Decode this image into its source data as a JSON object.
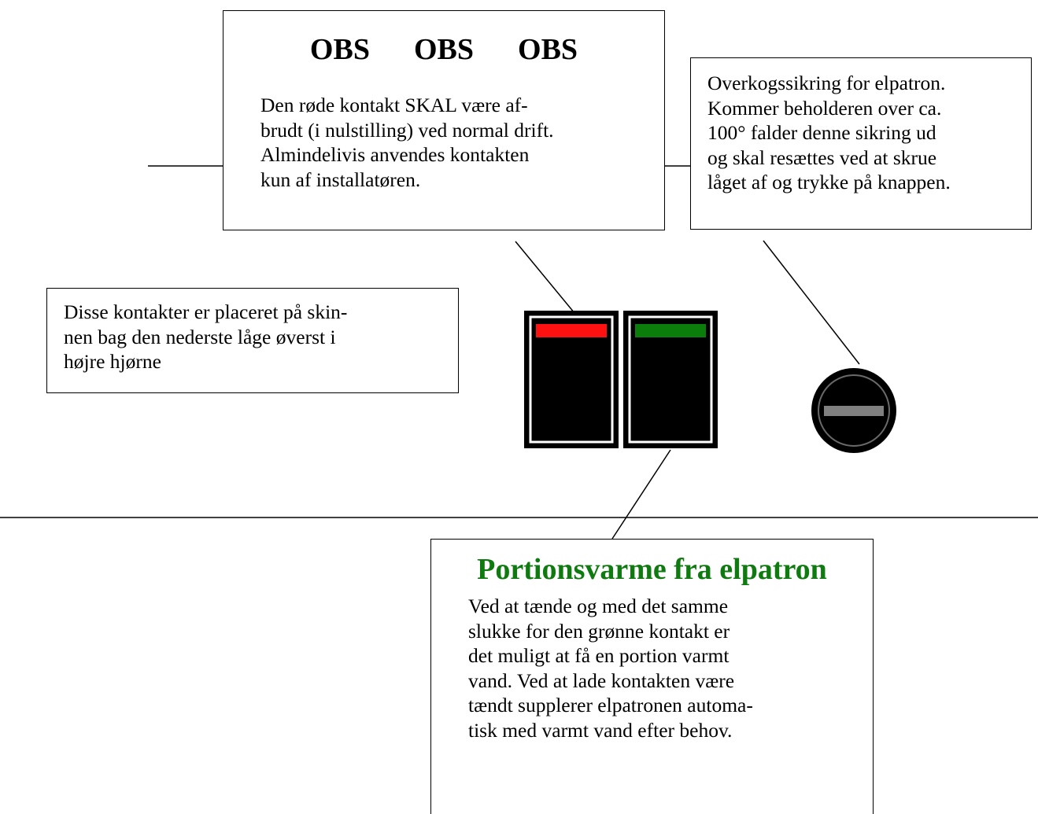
{
  "obs_box": {
    "title_words": [
      "OBS",
      "OBS",
      "OBS"
    ],
    "lines": [
      "Den røde kontakt SKAL være af-",
      "brudt (i nulstilling) ved normal drift.",
      "Almindelivis anvendes kontakten",
      "kun af  installatøren."
    ]
  },
  "fuse_box": {
    "lines": [
      "Overkogssikring for elpatron.",
      "Kommer beholderen over ca.",
      "100°  falder denne sikring ud",
      "og skal resættes ved at skrue",
      "låget af og trykke på knappen."
    ]
  },
  "location_box": {
    "lines": [
      "Disse kontakter er placeret på skin-",
      "nen bag den nederste låge øverst i",
      "højre hjørne"
    ]
  },
  "portion_box": {
    "title": "Portionsvarme fra elpatron",
    "lines": [
      "Ved at tænde og med det samme",
      "slukke for den grønne kontakt er",
      "det muligt at få en portion varmt",
      "vand.  Ved at lade kontakten være",
      "tændt supplerer elpatronen automa-",
      "tisk med varmt vand efter behov."
    ]
  },
  "colors": {
    "red_switch": "#ff1111",
    "green_switch": "#0a7d0a",
    "title_green": "#0f7a0f",
    "reset_bar": "#808080"
  }
}
